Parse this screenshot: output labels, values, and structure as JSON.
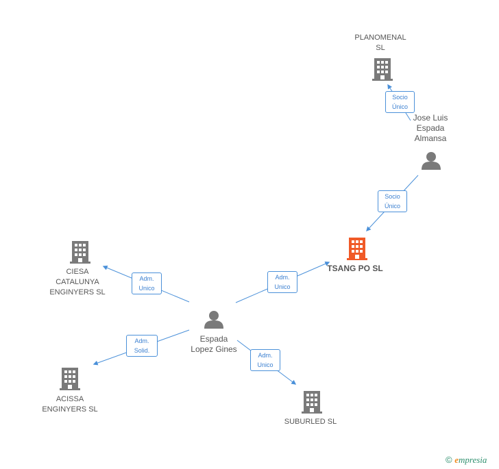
{
  "colors": {
    "edge": "#4a90d9",
    "node": "#7a7a7a",
    "focus_node": "#f05a28"
  },
  "nodes": {
    "planomenal": {
      "lines": [
        "PLANOMENAL",
        "SL"
      ],
      "icon": "building-icon"
    },
    "jose_luis": {
      "lines": [
        "Jose Luis",
        "Espada",
        "Almansa"
      ],
      "icon": "person-icon"
    },
    "tsang_po": {
      "lines": [
        "TSANG PO SL"
      ],
      "icon": "building-icon"
    },
    "ciesa": {
      "lines": [
        "CIESA",
        "CATALUNYA",
        "ENGINYERS SL"
      ],
      "icon": "building-icon"
    },
    "espada_lopez": {
      "lines": [
        "Espada",
        "Lopez Gines"
      ],
      "icon": "person-icon"
    },
    "acissa": {
      "lines": [
        "ACISSA",
        "ENGINYERS SL"
      ],
      "icon": "building-icon"
    },
    "suburled": {
      "lines": [
        "SUBURLED  SL"
      ],
      "icon": "building-icon"
    }
  },
  "edges": {
    "jose_to_planomenal": [
      "Socio",
      "Único"
    ],
    "jose_to_tsang": [
      "Socio",
      "Único"
    ],
    "espada_to_tsang": [
      "Adm.",
      "Unico"
    ],
    "espada_to_ciesa": [
      "Adm.",
      "Unico"
    ],
    "espada_to_acissa": [
      "Adm.",
      "Solid."
    ],
    "espada_to_suburled": [
      "Adm.",
      "Unico"
    ]
  },
  "footer": {
    "copyright": "©",
    "brand_e": "e",
    "brand_rest": "mpresia"
  }
}
